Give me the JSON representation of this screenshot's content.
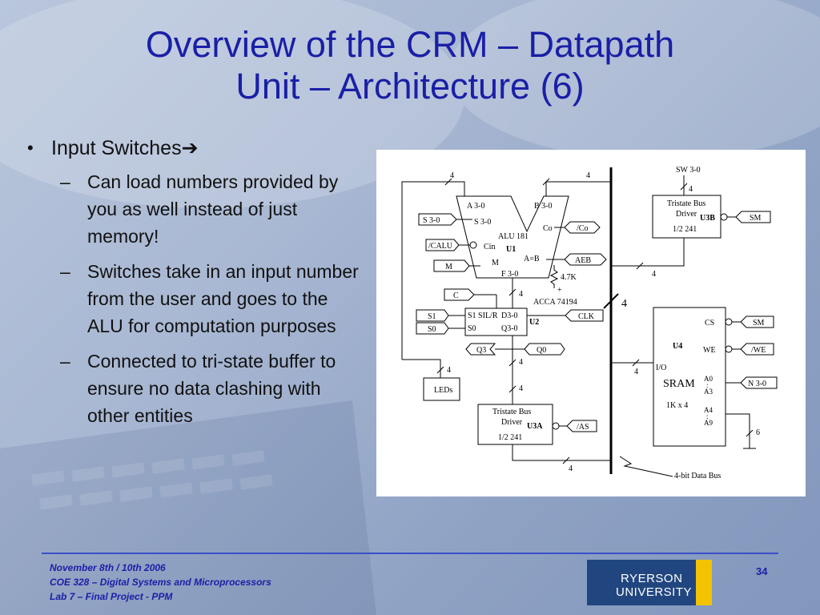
{
  "slide": {
    "title_line1": "Overview of the CRM – Datapath",
    "title_line2": "Unit – Architecture (6)",
    "bullet_main": "Input Switches",
    "bullet_arrow": "➔",
    "sub_bullets": [
      "Can load numbers provided by you as well instead of just memory!",
      "Switches take in an input number from the user and goes to the ALU for computation purposes",
      "Connected to tri-state buffer to ensure no data clashing with other entities"
    ],
    "dash": "–",
    "bullet_dot": "•"
  },
  "footer": {
    "line1": "November 8th / 10th 2006",
    "line2": "COE 328 – Digital Systems and Microprocessors",
    "line3": "Lab 7 – Final Project - PPM",
    "page_number": "34"
  },
  "logo": {
    "line1": "RYERSON",
    "line2": "UNIVERSITY"
  },
  "diagram": {
    "alu": [
      "A 3-0",
      "B 3-0",
      "S 3-0",
      "Cin",
      "ALU 181",
      "U1",
      "Co",
      "M",
      "A=B",
      "F 3-0"
    ],
    "alu_inputs": [
      "S 3-0",
      "/CALU",
      "M"
    ],
    "alu_outputs": [
      "/Co",
      "AEB"
    ],
    "resistor": "4.7K",
    "plus": "+",
    "reg": [
      "S1 SIL/R",
      "D3-0",
      "S0",
      "Q3-0",
      "U2"
    ],
    "reg_title": "ACCA 74194",
    "reg_inputs": [
      "C",
      "S1",
      "S0"
    ],
    "clk": "CLK",
    "q_outputs": [
      "Q3",
      "Q0"
    ],
    "leds": "LEDs",
    "u3a": [
      "Tristate Bus",
      "Driver",
      "U3A",
      "1/2 241"
    ],
    "u3a_input": "/AS",
    "u3b": [
      "Tristate Bus",
      "Driver",
      "U3B",
      "1/2 241"
    ],
    "u3b_input": "SM",
    "sw": "SW 3-0",
    "u4": [
      "U4",
      "CS",
      "WE",
      "I/O",
      "SRAM",
      "1K x 4"
    ],
    "u4_addr": [
      "A0",
      ":",
      "A3",
      "A4",
      ":",
      "A9"
    ],
    "u4_inputs": [
      "SM",
      "/WE",
      "N 3-0"
    ],
    "bus_widths": [
      "4",
      "4",
      "4",
      "4",
      "4",
      "4",
      "4",
      "4",
      "4",
      "4",
      "6",
      "4"
    ],
    "bus_label": "4-bit Data Bus"
  }
}
